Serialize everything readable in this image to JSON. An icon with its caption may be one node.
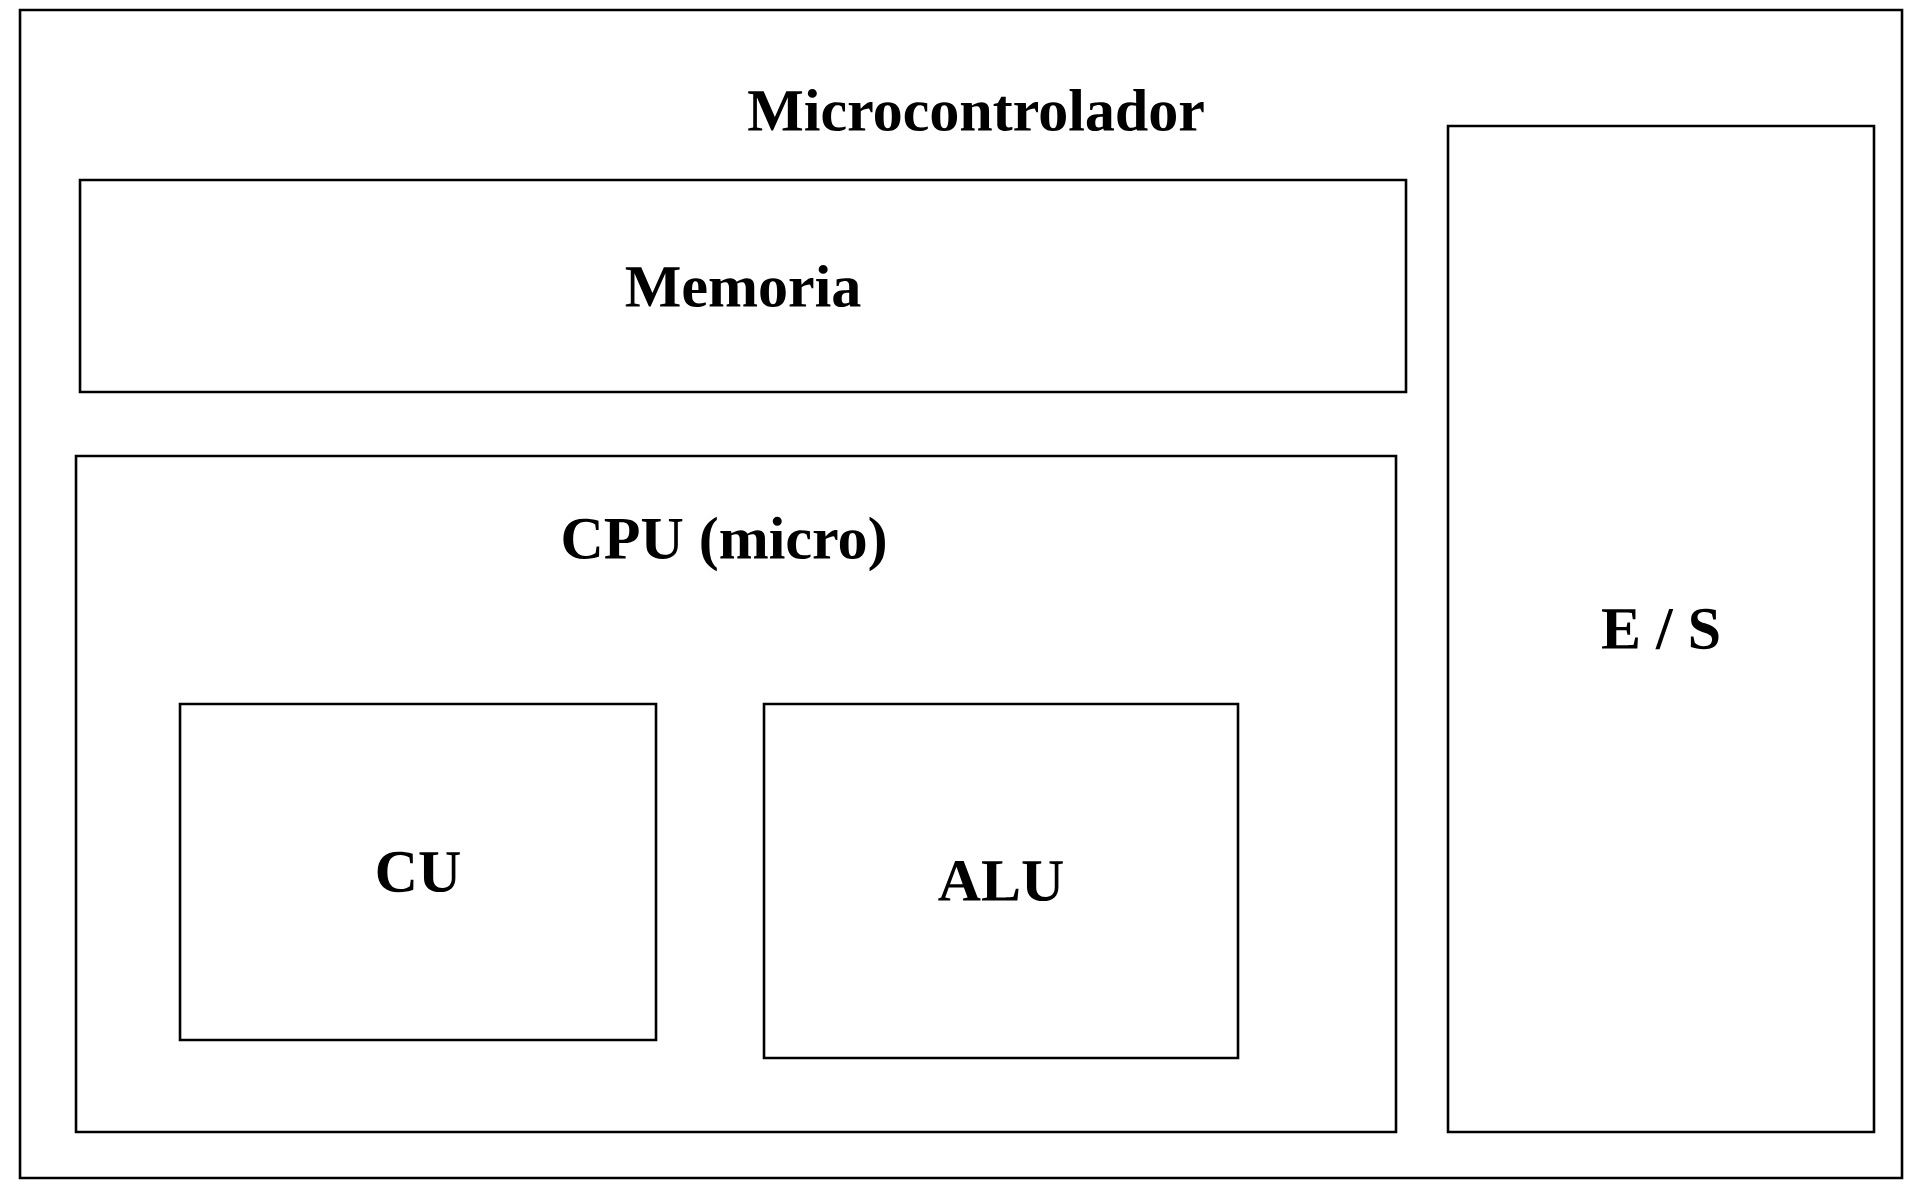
{
  "diagram": {
    "nodes": [
      {
        "text": [
          "Microcontrolador"
        ]
      },
      {
        "text": [
          "Memoria"
        ],
        "in": 0
      },
      {
        "text": [
          "CPU (micro)"
        ],
        "in": 0
      },
      {
        "text": [
          "CU"
        ],
        "in": 2
      },
      {
        "text": [
          "ALU"
        ],
        "in": 2
      },
      {
        "text": [
          "E / S"
        ],
        "in": 0
      }
    ]
  }
}
